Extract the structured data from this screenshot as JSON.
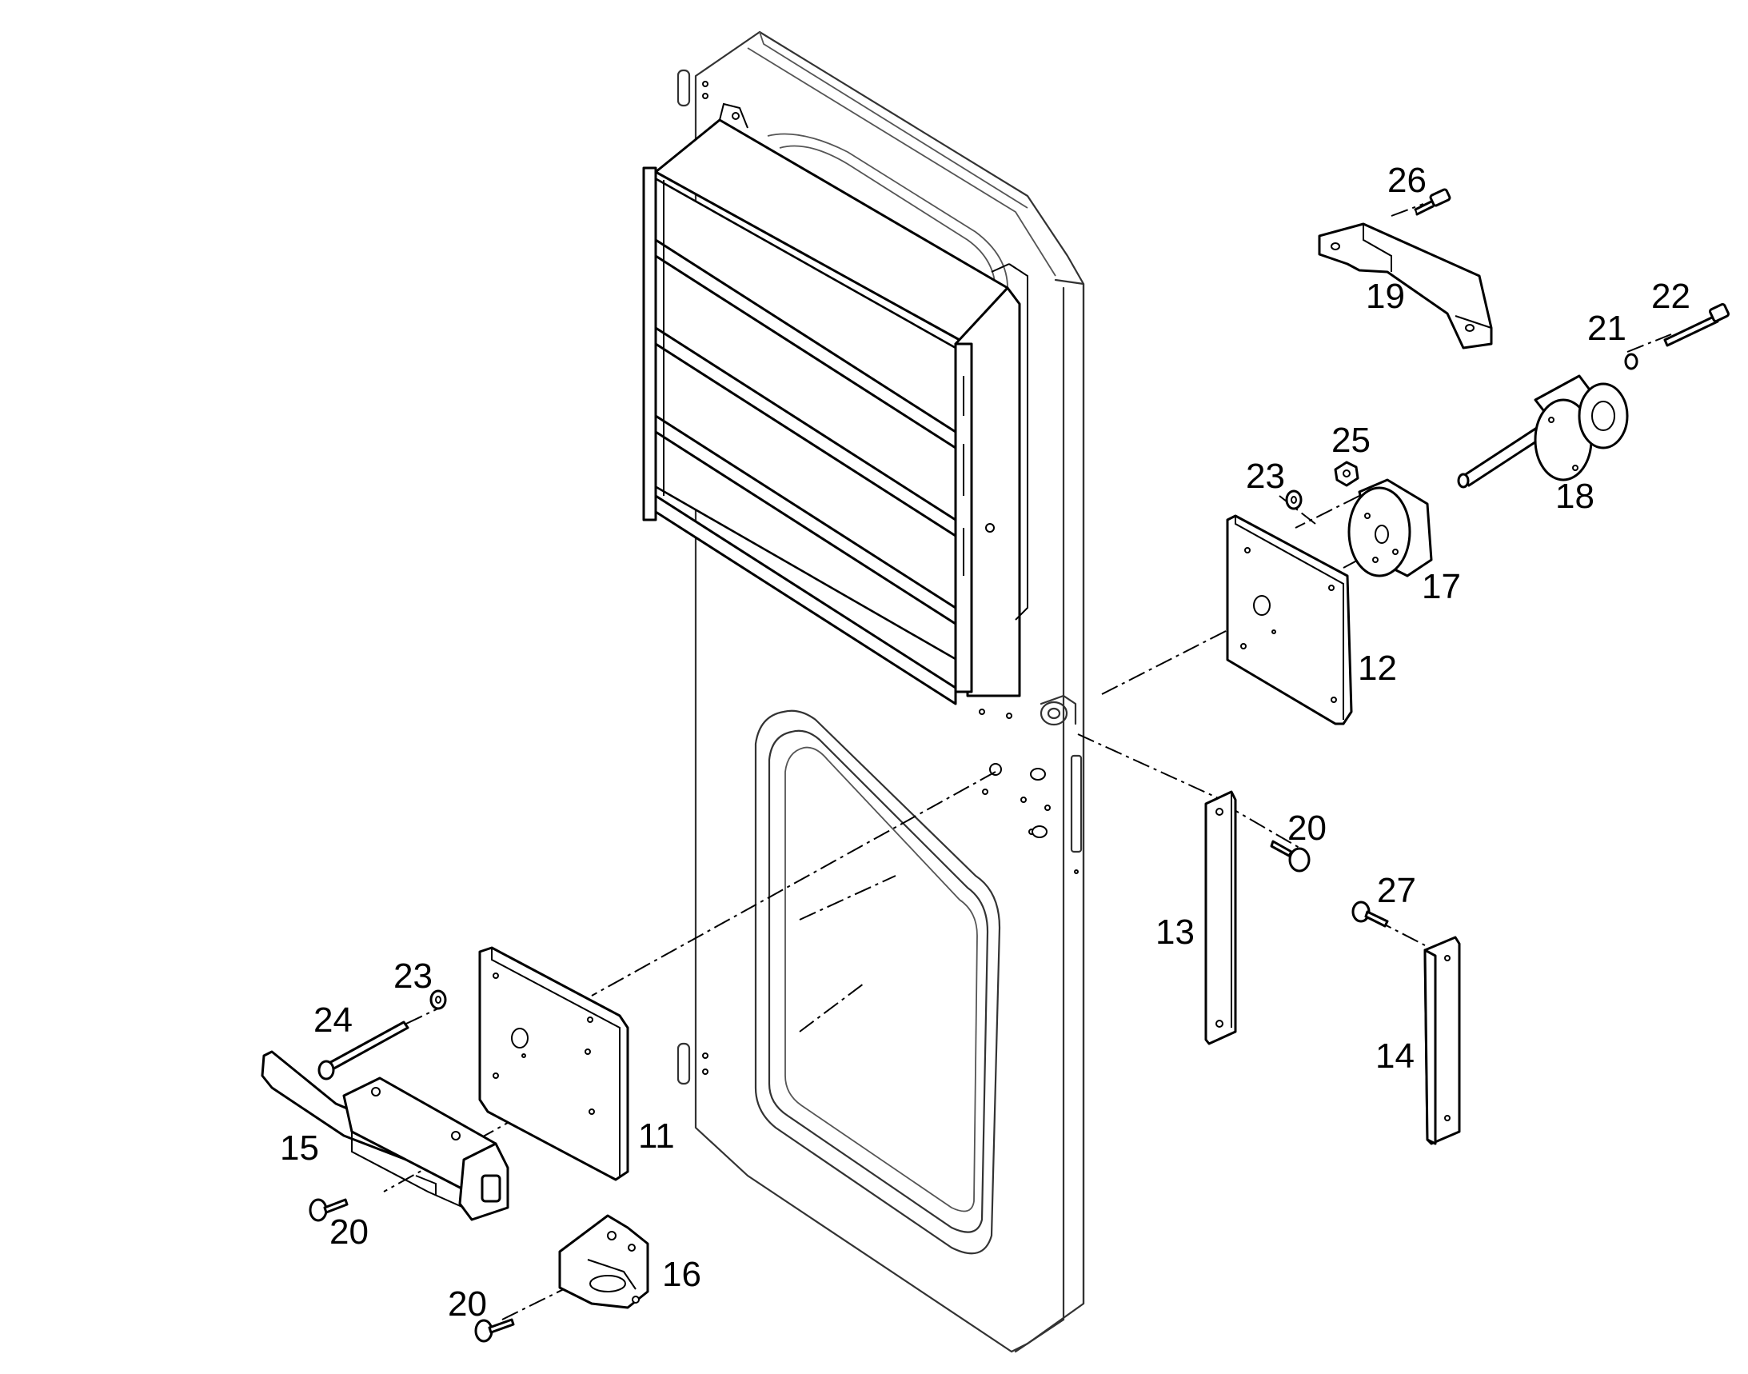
{
  "diagram": {
    "callouts": [
      {
        "id": "26",
        "text": "26"
      },
      {
        "id": "19",
        "text": "19"
      },
      {
        "id": "22",
        "text": "22"
      },
      {
        "id": "21",
        "text": "21"
      },
      {
        "id": "25",
        "text": "25"
      },
      {
        "id": "23a",
        "text": "23"
      },
      {
        "id": "18",
        "text": "18"
      },
      {
        "id": "17",
        "text": "17"
      },
      {
        "id": "12",
        "text": "12"
      },
      {
        "id": "20a",
        "text": "20"
      },
      {
        "id": "27",
        "text": "27"
      },
      {
        "id": "13",
        "text": "13"
      },
      {
        "id": "14",
        "text": "14"
      },
      {
        "id": "23b",
        "text": "23"
      },
      {
        "id": "24",
        "text": "24"
      },
      {
        "id": "15",
        "text": "15"
      },
      {
        "id": "11",
        "text": "11"
      },
      {
        "id": "20b",
        "text": "20"
      },
      {
        "id": "16",
        "text": "16"
      },
      {
        "id": "20c",
        "text": "20"
      }
    ]
  }
}
